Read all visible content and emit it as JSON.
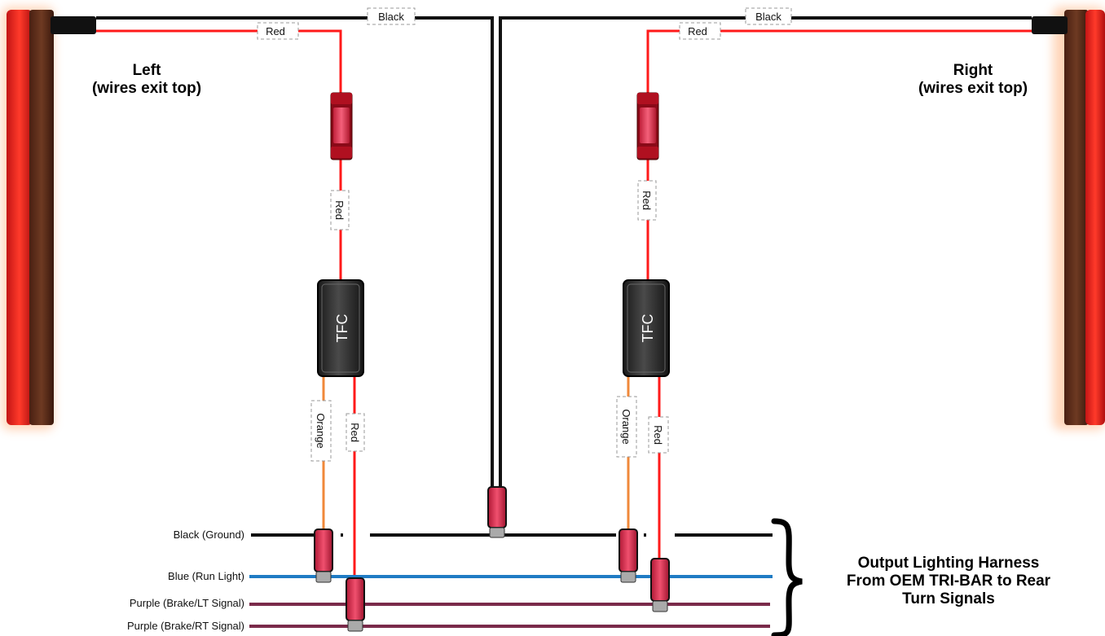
{
  "left_title_line1": "Left",
  "left_title_line2": "(wires exit top)",
  "right_title_line1": "Right",
  "right_title_line2": "(wires exit top)",
  "wire_labels": {
    "black": "Black",
    "red": "Red",
    "orange": "Orange"
  },
  "module_label": "TFC",
  "harness": {
    "ground": "Black (Ground)",
    "run": "Blue (Run Light)",
    "brake_lt": "Purple (Brake/LT Signal)",
    "brake_rt": "Purple (Brake/RT Signal)"
  },
  "output": {
    "line1": "Output Lighting Harness",
    "line2": "From OEM TRI-BAR to Rear",
    "line3": "Turn Signals"
  },
  "colors": {
    "black_wire": "#111111",
    "red_wire": "#ff1a1a",
    "orange_wire": "#f0883a",
    "blue_wire": "#1f7bc4",
    "purple_wire": "#7a2a4a",
    "lamp_red": "#e52222",
    "lamp_brown": "#5a2b1a",
    "connector_pink": "#e8385a"
  }
}
